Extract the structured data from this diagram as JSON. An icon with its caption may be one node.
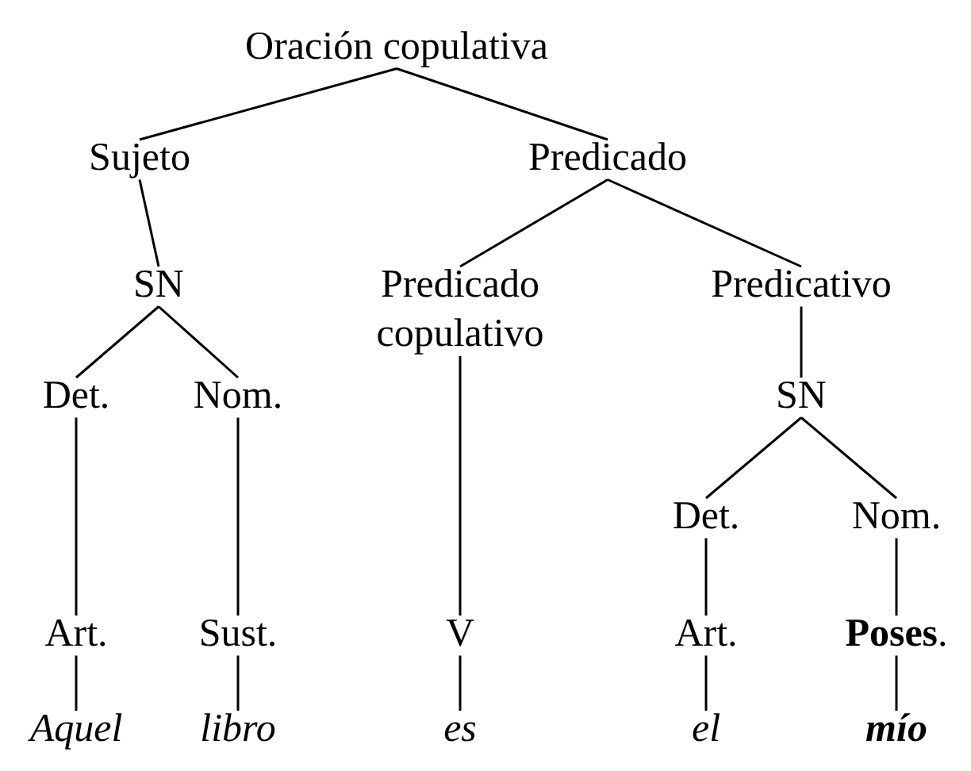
{
  "diagram": {
    "nodes": [
      {
        "text": [
          "Oración copulativa"
        ]
      },
      {
        "text": [
          "Sujeto"
        ]
      },
      {
        "text": [
          "Predicado"
        ]
      },
      {
        "text": [
          "SN"
        ]
      },
      {
        "text": [
          "Predicado copulativo"
        ]
      },
      {
        "text": [
          "Predicativo"
        ]
      },
      {
        "text": [
          "Det."
        ]
      },
      {
        "text": [
          "Nom."
        ]
      },
      {
        "text": [
          "SN"
        ]
      },
      {
        "text": [
          "Det."
        ]
      },
      {
        "text": [
          "Nom."
        ]
      },
      {
        "text": [
          "Art."
        ]
      },
      {
        "text": [
          "Sust."
        ]
      },
      {
        "text": [
          "V"
        ]
      },
      {
        "text": [
          "Art."
        ]
      },
      {
        "text": [
          "**Poses**."
        ]
      },
      {
        "text": [
          "Aquel"
        ]
      },
      {
        "text": [
          "libro"
        ]
      },
      {
        "text": [
          "es"
        ]
      },
      {
        "text": [
          "el"
        ]
      },
      {
        "text": [
          "mío"
        ]
      }
    ],
    "edges": [
      {
        "from": 0,
        "to": 1,
        "arrow": "none"
      },
      {
        "from": 0,
        "to": 2,
        "arrow": "none"
      },
      {
        "from": 1,
        "to": 3,
        "arrow": "none"
      },
      {
        "from": 2,
        "to": 4,
        "arrow": "none"
      },
      {
        "from": 2,
        "to": 5,
        "arrow": "none"
      },
      {
        "from": 3,
        "to": 6,
        "arrow": "none"
      },
      {
        "from": 3,
        "to": 7,
        "arrow": "none"
      },
      {
        "from": 5,
        "to": 8,
        "arrow": "none"
      },
      {
        "from": 4,
        "to": 13,
        "arrow": "none"
      },
      {
        "from": 6,
        "to": 11,
        "arrow": "none"
      },
      {
        "from": 7,
        "to": 12,
        "arrow": "none"
      },
      {
        "from": 8,
        "to": 9,
        "arrow": "none"
      },
      {
        "from": 8,
        "to": 10,
        "arrow": "none"
      },
      {
        "from": 9,
        "to": 14,
        "arrow": "none"
      },
      {
        "from": 10,
        "to": 15,
        "arrow": "none"
      },
      {
        "from": 11,
        "to": 16,
        "arrow": "none"
      },
      {
        "from": 12,
        "to": 17,
        "arrow": "none"
      },
      {
        "from": 13,
        "to": 18,
        "arrow": "none"
      },
      {
        "from": 14,
        "to": 19,
        "arrow": "none"
      },
      {
        "from": 15,
        "to": 20,
        "arrow": "none"
      }
    ]
  }
}
